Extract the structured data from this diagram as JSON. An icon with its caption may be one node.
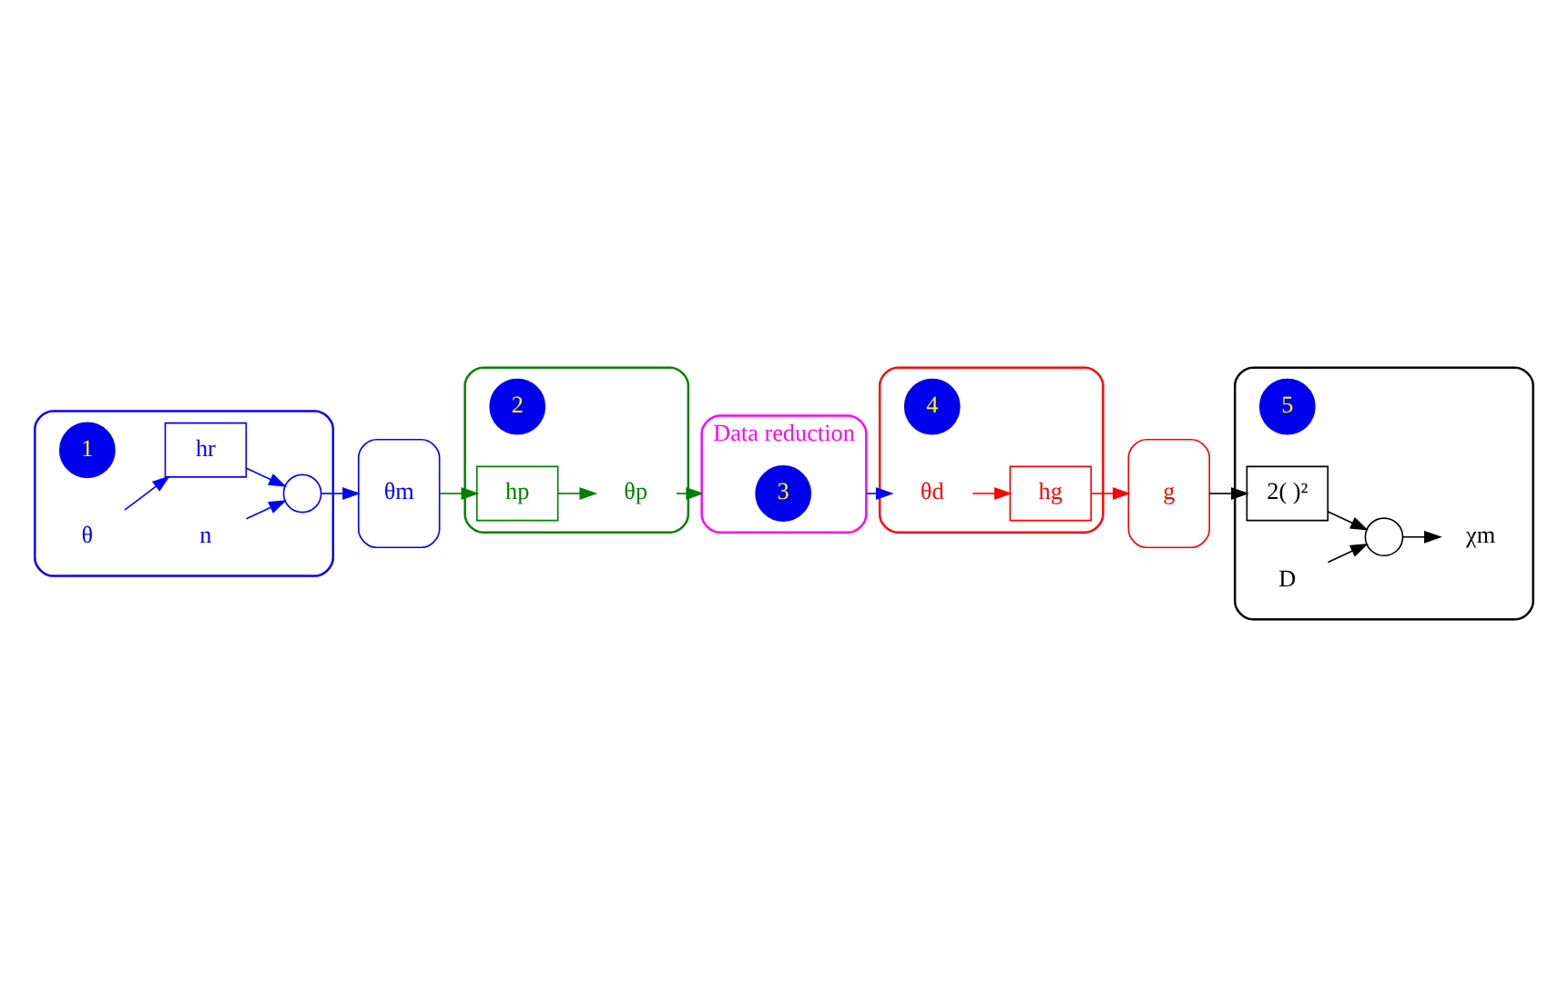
{
  "diagram": {
    "nodes": [
      {
        "text": [],
        "shape": "box"
      },
      {
        "text": [
          "1"
        ],
        "in": 0
      },
      {
        "text": [
          "θ"
        ],
        "in": 0
      },
      {
        "text": [
          "hr"
        ],
        "in": 0
      },
      {
        "text": [
          "n"
        ],
        "in": 0
      },
      {
        "text": [],
        "shape": "circle",
        "in": 0
      },
      {
        "text": [],
        "shape": "box"
      },
      {
        "text": [
          "2"
        ],
        "in": 6
      },
      {
        "text": [
          "θm"
        ]
      },
      {
        "text": [
          "hp"
        ],
        "in": 6
      },
      {
        "text": [
          "θp"
        ],
        "in": 6
      },
      {
        "text": [
          "Data reduction"
        ]
      },
      {
        "text": [
          "3"
        ],
        "in": 11
      },
      {
        "text": [],
        "shape": "box"
      },
      {
        "text": [
          "4"
        ],
        "in": 13
      },
      {
        "text": [
          "θd"
        ],
        "in": 13
      },
      {
        "text": [
          "hg"
        ],
        "in": 13
      },
      {
        "text": [
          "g"
        ]
      },
      {
        "text": [],
        "shape": "box"
      },
      {
        "text": [
          "5"
        ],
        "in": 18
      },
      {
        "text": [
          "2( )²"
        ],
        "in": 18
      },
      {
        "text": [],
        "shape": "circle",
        "in": 18
      },
      {
        "text": [
          "χm"
        ],
        "in": 18
      },
      {
        "text": [
          "D"
        ],
        "in": 18
      }
    ],
    "edges": [
      {
        "from": 2,
        "to": 3,
        "arrow": "to"
      },
      {
        "from": 3,
        "to": 5,
        "arrow": "to"
      },
      {
        "from": 4,
        "to": 5,
        "arrow": "to"
      },
      {
        "from": 5,
        "to": 8,
        "arrow": "to"
      },
      {
        "from": 8,
        "to": 9,
        "arrow": "to",
        "color": "#008000"
      },
      {
        "from": 9,
        "to": 10,
        "arrow": "to",
        "color": "#008000"
      },
      {
        "from": 10,
        "to": 11,
        "arrow": "to",
        "color": "#008000"
      },
      {
        "from": 11,
        "to": 15,
        "arrow": "to"
      },
      {
        "from": 15,
        "to": 16,
        "arrow": "to",
        "color": "#ff0000"
      },
      {
        "from": 16,
        "to": 17,
        "arrow": "to",
        "color": "#ff0000"
      },
      {
        "from": 17,
        "to": 20,
        "arrow": "to",
        "color": "#000000"
      },
      {
        "from": 20,
        "to": 21,
        "arrow": "to",
        "color": "#000000"
      },
      {
        "from": 21,
        "to": 22,
        "arrow": "to",
        "color": "#000000"
      },
      {
        "from": 23,
        "to": 21,
        "arrow": "to",
        "color": "#000000"
      }
    ]
  }
}
